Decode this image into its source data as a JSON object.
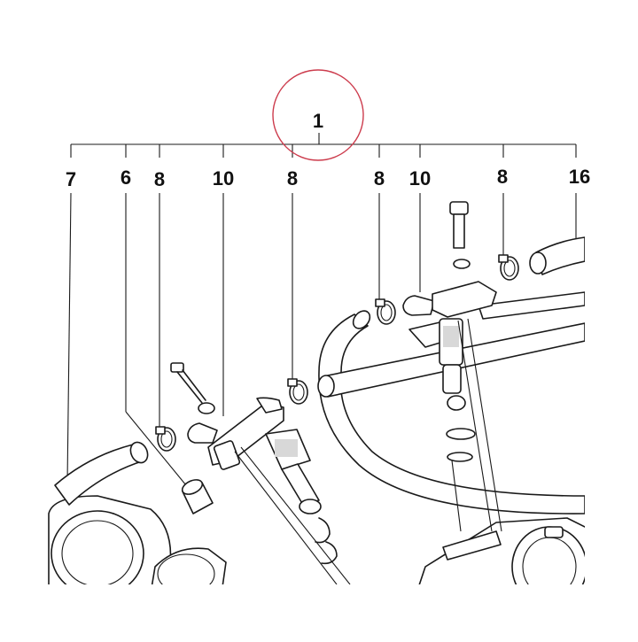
{
  "diagram": {
    "main_part": "1",
    "callouts": [
      "7",
      "6",
      "8",
      "10",
      "8",
      "8",
      "10",
      "8",
      "16"
    ],
    "highlight_color": "#cc3b4c"
  }
}
